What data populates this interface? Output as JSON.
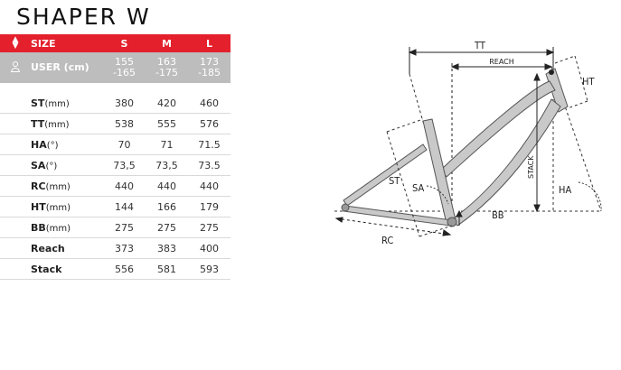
{
  "title": "SHAPER W",
  "table": {
    "header": {
      "label": "SIZE",
      "sizes": [
        "S",
        "M",
        "L"
      ]
    },
    "user": {
      "label": "USER (cm)",
      "values": [
        "155\n-165",
        "163\n-175",
        "173\n-185"
      ]
    },
    "rows": [
      {
        "name": "ST",
        "unit": "(mm)",
        "values": [
          "380",
          "420",
          "460"
        ]
      },
      {
        "name": "TT",
        "unit": "(mm)",
        "values": [
          "538",
          "555",
          "576"
        ]
      },
      {
        "name": "HA",
        "unit": "(°)",
        "values": [
          "70",
          "71",
          "71.5"
        ]
      },
      {
        "name": "SA",
        "unit": "(°)",
        "values": [
          "73,5",
          "73,5",
          "73.5"
        ]
      },
      {
        "name": "RC",
        "unit": "(mm)",
        "values": [
          "440",
          "440",
          "440"
        ]
      },
      {
        "name": "HT",
        "unit": "(mm)",
        "values": [
          "144",
          "166",
          "179"
        ]
      },
      {
        "name": "BB",
        "unit": "(mm)",
        "values": [
          "275",
          "275",
          "275"
        ]
      },
      {
        "name": "Reach",
        "unit": "",
        "values": [
          "373",
          "383",
          "400"
        ]
      },
      {
        "name": "Stack",
        "unit": "",
        "values": [
          "556",
          "581",
          "593"
        ]
      }
    ]
  },
  "diagram": {
    "labels": {
      "tt": "TT",
      "reach": "REACH",
      "ht": "HT",
      "st": "ST",
      "sa": "SA",
      "stack": "STACK",
      "ha": "HA",
      "bb": "BB",
      "rc": "RC"
    }
  }
}
